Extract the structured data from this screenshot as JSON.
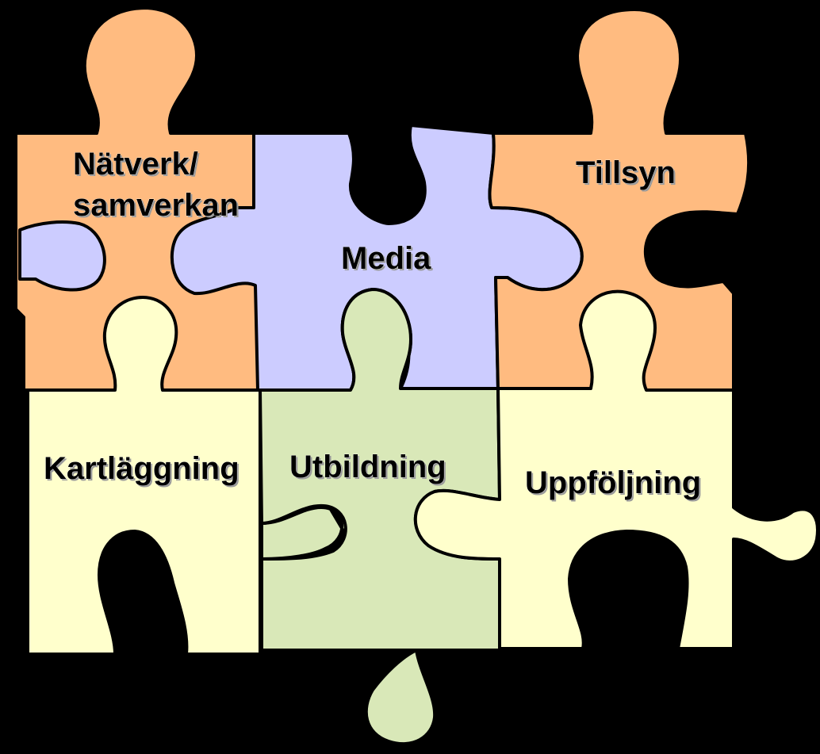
{
  "pieces": {
    "natverk": {
      "line1": "Nätverk/",
      "line2": "samverkan"
    },
    "media": {
      "label": "Media"
    },
    "tillsyn": {
      "label": "Tillsyn"
    },
    "kartlaggning": {
      "label": "Kartläggning"
    },
    "utbildning": {
      "label": "Utbildning"
    },
    "uppfoljning": {
      "label": "Uppföljning"
    }
  },
  "colors": {
    "background": "#000000",
    "orange": "#FFBB80",
    "lavender": "#CCCCFF",
    "cream": "#FFFFCC",
    "green": "#D9E8B8",
    "outline": "#000000"
  }
}
